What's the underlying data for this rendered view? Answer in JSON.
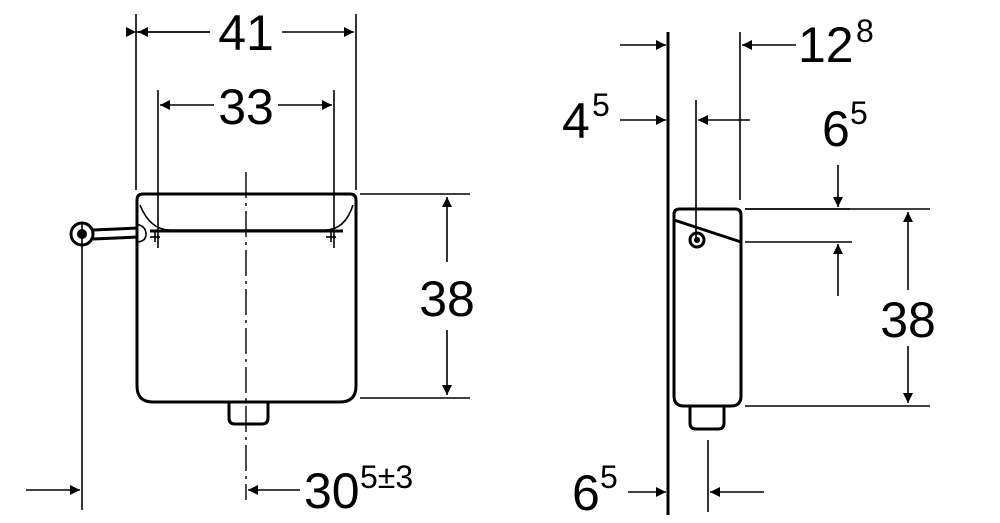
{
  "front_view": {
    "width_outer": "41",
    "width_inner": "33",
    "height": "38",
    "offset_main": "30",
    "offset_sup": "5±3"
  },
  "side_view": {
    "depth_top_main": "12",
    "depth_top_sup": "8",
    "wall_gap_main": "4",
    "wall_gap_sup": "5",
    "lever_offset_main": "6",
    "lever_offset_sup": "5",
    "height": "38",
    "bottom_offset_main": "6",
    "bottom_offset_sup": "5"
  },
  "colors": {
    "line": "#000000",
    "background": "#ffffff"
  }
}
